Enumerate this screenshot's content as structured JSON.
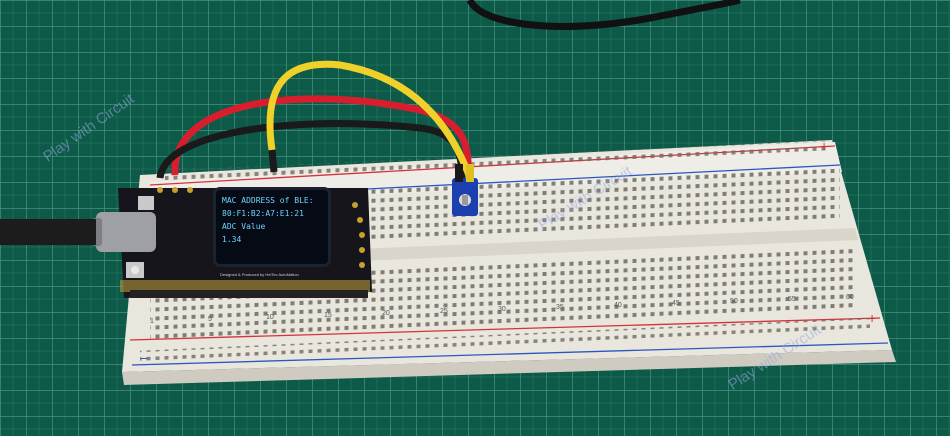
{
  "oled": {
    "line1": "MAC ADDRESS of BLE:",
    "line2": "80:F1:B2:A7:E1:21",
    "line3": "ADC Value",
    "line4": "1.34"
  },
  "watermark": {
    "text": "Play with Circuit"
  },
  "board": {
    "silkscreen": "Designed & Produced by HelTec AutoMation"
  },
  "breadboard": {
    "column_numbers": [
      "1",
      "5",
      "10",
      "15",
      "20",
      "25",
      "30",
      "35",
      "40",
      "45",
      "50",
      "55",
      "60"
    ],
    "rail_plus": "+",
    "rail_minus": "−"
  },
  "colors": {
    "mat": "#0d5a49",
    "breadboard": "#eceae4",
    "wire_red": "#d81e2e",
    "wire_yellow": "#f0d12a",
    "wire_black": "#1a1a1a",
    "oled_text": "#6fd3ff",
    "potentiometer": "#1c3fb0"
  }
}
